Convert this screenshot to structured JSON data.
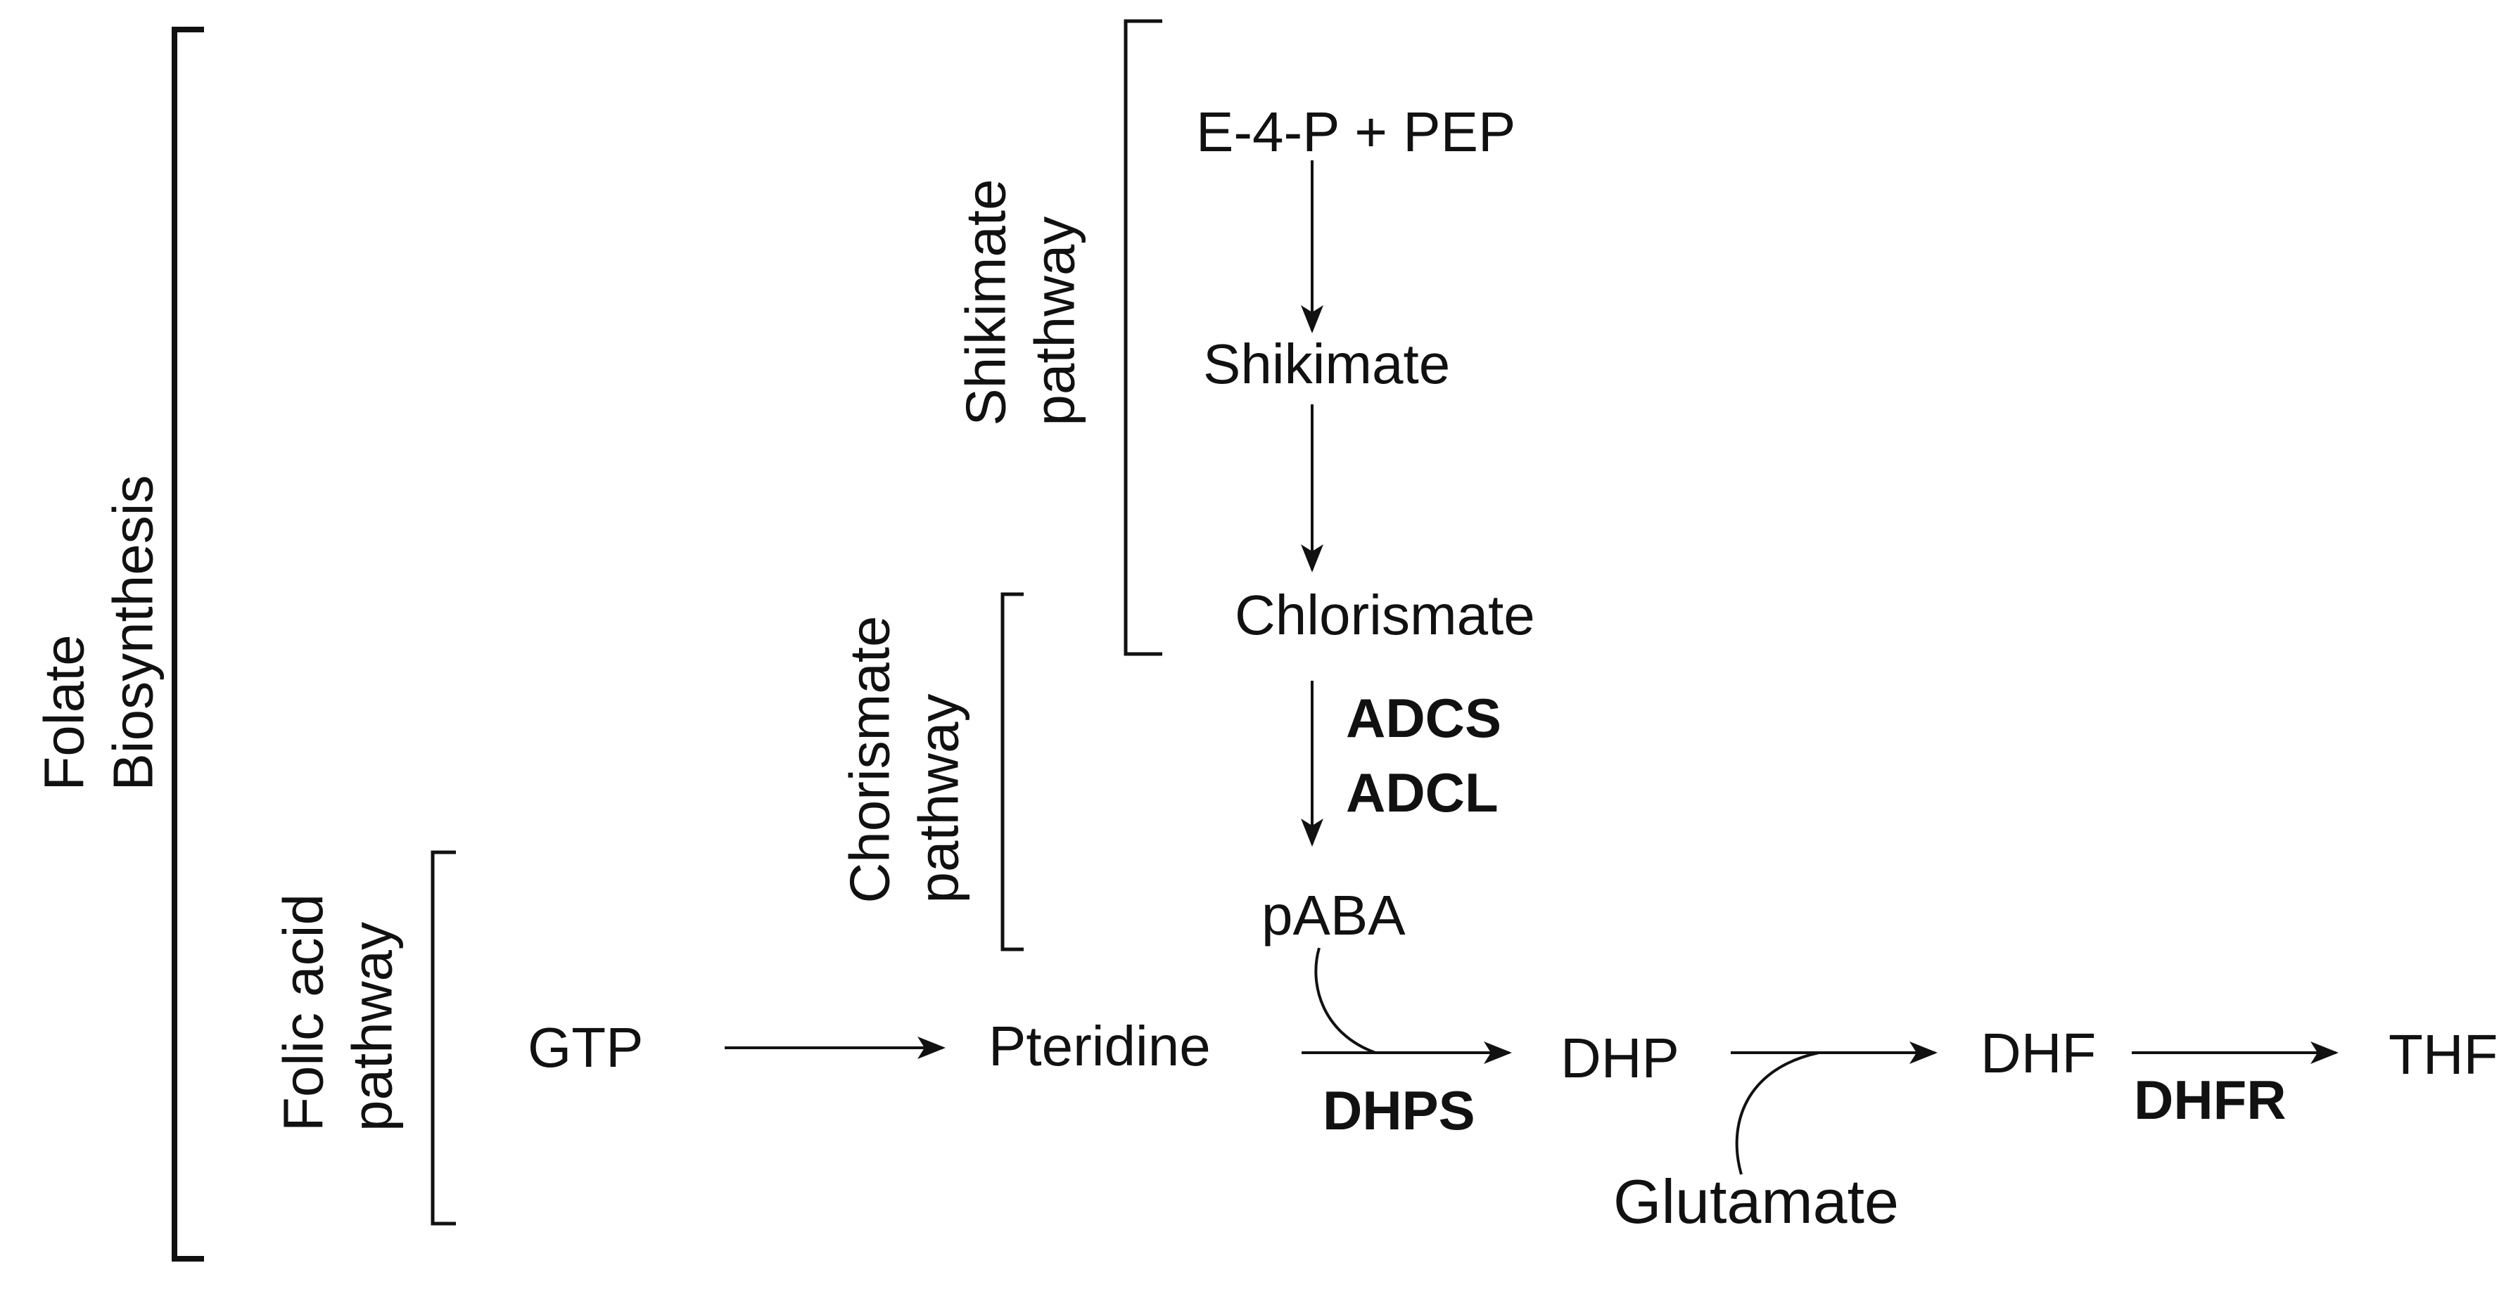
{
  "group_labels": {
    "folate": [
      "Folate",
      "Biosynthesis"
    ],
    "shikimate": [
      "Shikimate",
      "pathway"
    ],
    "chorismate": [
      "Chorismate",
      "pathway"
    ],
    "folic": [
      "Folic acid",
      "pathway"
    ]
  },
  "molecules": {
    "e4p_pep": "E-4-P + PEP",
    "shikimate": "Shikimate",
    "chlorismate": "Chlorismate",
    "paba": "pABA",
    "gtp": "GTP",
    "pteridine": "Pteridine",
    "dhp": "DHP",
    "dhf": "DHF",
    "thf": "THF",
    "glutamate": "Glutamate"
  },
  "enzymes": {
    "adcs": "ADCS",
    "adcl": "ADCL",
    "dhps": "DHPS",
    "dhfr": "DHFR"
  },
  "colors": {
    "ink": "#111111",
    "background": "#ffffff"
  }
}
